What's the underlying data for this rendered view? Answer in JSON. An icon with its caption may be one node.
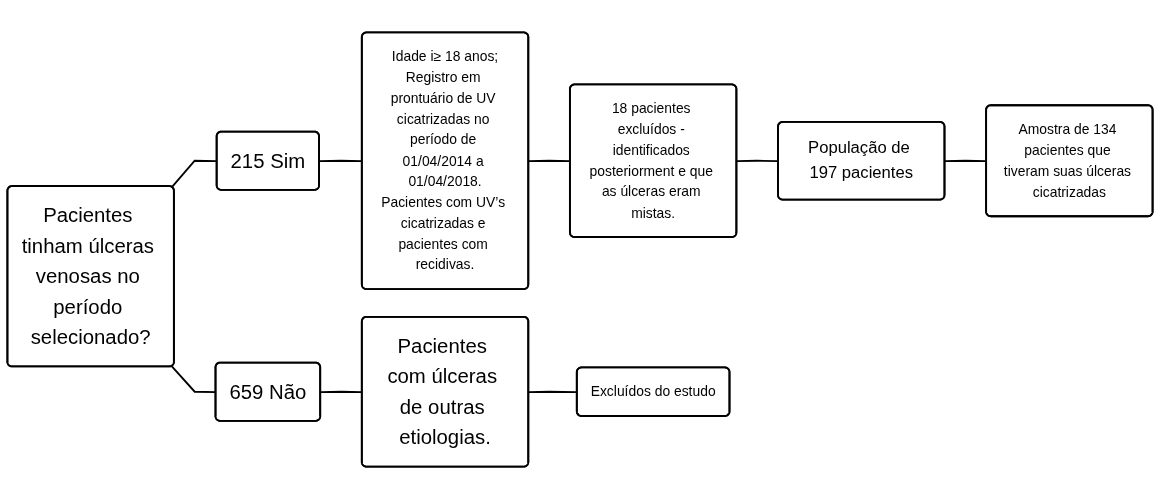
{
  "diagram": {
    "nodes": [
      {
        "text": [
          "Pacientes tinham úlceras venosas no período selecionado?"
        ]
      },
      {
        "text": [
          "215 Sim"
        ]
      },
      {
        "text": [
          "Idade i≥ 18 anos;",
          "Registro em prontuário de UV cicatrizadas no período de 01/04/2014 a 01/04/2018.",
          "Pacientes com UV’s cicatrizadas e pacientes com recidivas."
        ]
      },
      {
        "text": [
          "18 pacientes excluídos - identificados posteriorment e que as úlceras eram mistas."
        ]
      },
      {
        "text": [
          "População de 197 pacientes"
        ]
      },
      {
        "text": [
          "Amostra de 134 pacientes que tiveram suas úlceras cicatrizadas"
        ]
      },
      {
        "text": [
          "659 Não"
        ]
      },
      {
        "text": [
          "Pacientes com úlceras de outras etiologias."
        ]
      },
      {
        "text": [
          "Excluídos do estudo"
        ]
      }
    ],
    "edges": [
      {
        "from": 0,
        "to": 1,
        "arrow": "none"
      },
      {
        "from": 0,
        "to": 6,
        "arrow": "none"
      },
      {
        "from": 1,
        "to": 2,
        "arrow": "none"
      },
      {
        "from": 2,
        "to": 3,
        "arrow": "none"
      },
      {
        "from": 3,
        "to": 4,
        "arrow": "none"
      },
      {
        "from": 4,
        "to": 5,
        "arrow": "none"
      },
      {
        "from": 6,
        "to": 7,
        "arrow": "none"
      },
      {
        "from": 7,
        "to": 8,
        "arrow": "none"
      }
    ]
  }
}
